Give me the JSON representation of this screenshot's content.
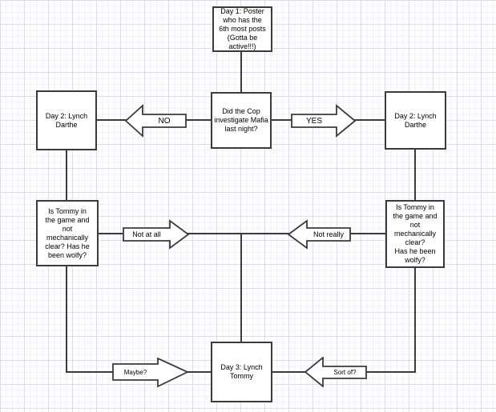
{
  "canvas": {
    "background": "#ffffff",
    "grid_major_color": "#dcdcf0",
    "grid_minor_color": "#f2f2f6",
    "shape_border_color": "#3b3b3b",
    "shape_fill": "#ffffff",
    "text_color": "#000000"
  },
  "boxes": {
    "day1": {
      "label": "Day 1: Poster\nwho has the\n6th most posts\n(Gotta be\nactive!!!)"
    },
    "cop_question": {
      "label": "Did the Cop\ninvestigate Mafia\nlast night?"
    },
    "day2_left": {
      "label": "Day 2: Lynch\nDarthe"
    },
    "day2_right": {
      "label": "Day 2: Lynch\nDarthe"
    },
    "tommy_left": {
      "label": "Is Tommy in\nthe game and\nnot\nmechanically\nclear? Has he\nbeen wolfy?"
    },
    "tommy_right": {
      "label": "Is Tommy in\nthe game and\nnot\nmechanically\nclear?\nHas he been\nwolfy?"
    },
    "day3": {
      "label": "Day 3: Lynch\nTommy"
    }
  },
  "arrows": {
    "no": {
      "label": "NO",
      "direction": "left"
    },
    "yes": {
      "label": "YES",
      "direction": "right"
    },
    "not_at_all": {
      "label": "Not at all",
      "direction": "right"
    },
    "not_really": {
      "label": "Not really",
      "direction": "left"
    },
    "maybe": {
      "label": "Maybe?",
      "direction": "right"
    },
    "sort_of": {
      "label": "Sort of?",
      "direction": "left"
    }
  }
}
